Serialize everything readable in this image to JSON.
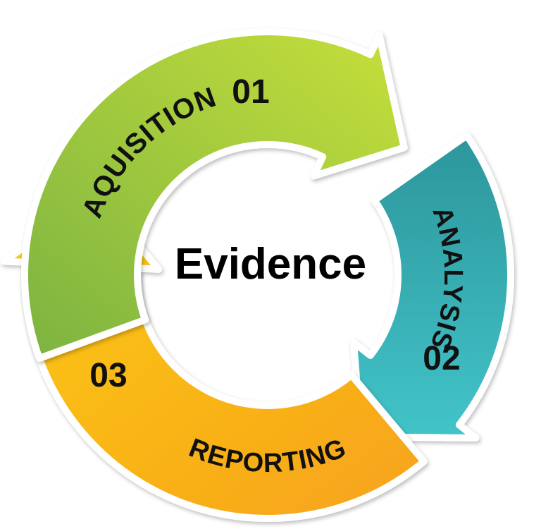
{
  "center_label": "Evidence",
  "stages": [
    {
      "number": "01",
      "label": "AQUISITION",
      "color_start": "#7cb342",
      "color_end": "#c6df3a"
    },
    {
      "number": "02",
      "label": "ANALYSIS",
      "color_start": "#2c969b",
      "color_end": "#42c4c9"
    },
    {
      "number": "03",
      "label": "REPORTING",
      "color_start": "#f7a21d",
      "color_end": "#fccb0e"
    }
  ]
}
